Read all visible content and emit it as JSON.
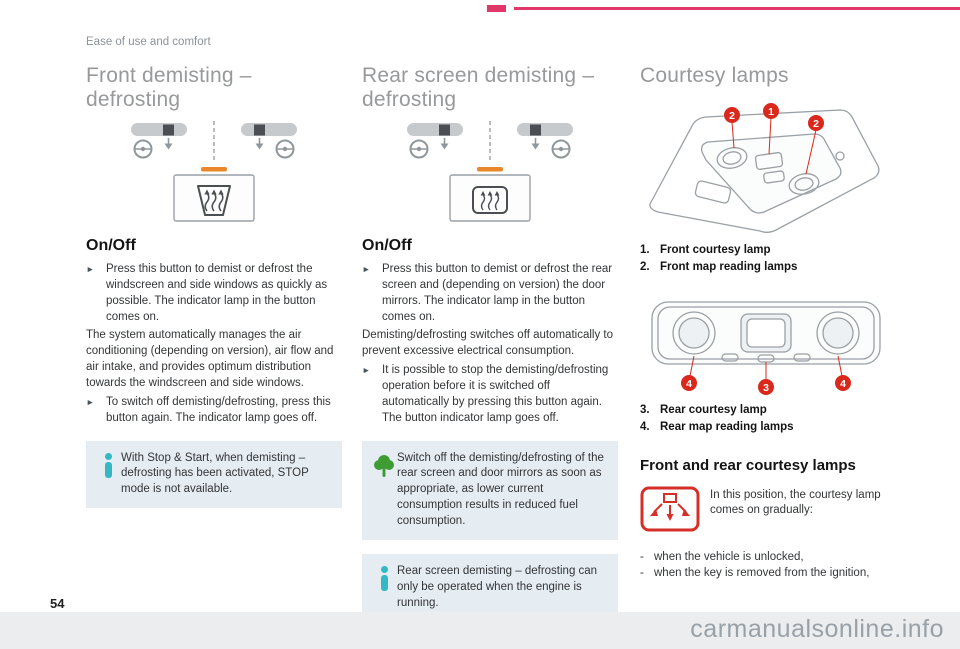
{
  "page": {
    "chapter": "Ease of use and comfort",
    "page_number": "54",
    "watermark": "carmanualsonline.info"
  },
  "glyphs": {
    "arrow": "►",
    "dash": "-"
  },
  "colors": {
    "accent_pink": "#e2376b",
    "callout_red": "#da291c",
    "indicator_orange": "#e9882b",
    "info_teal": "#35b8c6",
    "eco_green": "#3f9c35",
    "note_box_bg": "#e5ecf2",
    "heading_gray": "#97999b",
    "lamp_icon_red": "#d62f27"
  },
  "col1": {
    "title": "Front demisting – defrosting",
    "onoff_heading": "On/Off",
    "instruction_1": "Press this button to demist or defrost the windscreen and side windows as quickly as possible. The indicator lamp in the button comes on.",
    "paragraph": "The system automatically manages the air conditioning (depending on version), air flow and air intake, and provides optimum distribution towards the windscreen and side windows.",
    "instruction_2": "To switch off demisting/defrosting, press this button again. The indicator lamp goes off.",
    "info_note": "With Stop & Start, when demisting – defrosting has been activated, STOP mode is not available."
  },
  "col2": {
    "title": "Rear screen demisting – defrosting",
    "onoff_heading": "On/Off",
    "instruction_1": "Press this button to demist or defrost the rear screen and (depending on version) the door mirrors. The indicator lamp in the button comes on.",
    "paragraph": "Demisting/defrosting switches off automatically to prevent excessive electrical consumption.",
    "instruction_2": "It is possible to stop the demisting/defrosting operation before it is switched off automatically by pressing this button again. The button indicator lamp goes off.",
    "eco_note": "Switch off the demisting/defrosting of the rear screen and door mirrors as soon as appropriate, as lower current consumption results in reduced fuel consumption.",
    "info_note": "Rear screen demisting – defrosting can only be operated when the engine is running."
  },
  "col3": {
    "title": "Courtesy lamps",
    "front_items": [
      {
        "num": "1.",
        "label": "Front courtesy lamp"
      },
      {
        "num": "2.",
        "label": "Front map reading lamps"
      }
    ],
    "rear_items": [
      {
        "num": "3.",
        "label": "Rear courtesy lamp"
      },
      {
        "num": "4.",
        "label": "Rear map reading lamps"
      }
    ],
    "callouts_front": [
      "2",
      "1",
      "2"
    ],
    "callouts_rear": [
      "4",
      "3",
      "4"
    ],
    "subheading": "Front and rear courtesy lamps",
    "lamp_text": "In this position, the courtesy lamp comes on gradually:",
    "bullets": [
      "when the vehicle is unlocked,",
      "when the key is removed from the ignition,"
    ]
  }
}
